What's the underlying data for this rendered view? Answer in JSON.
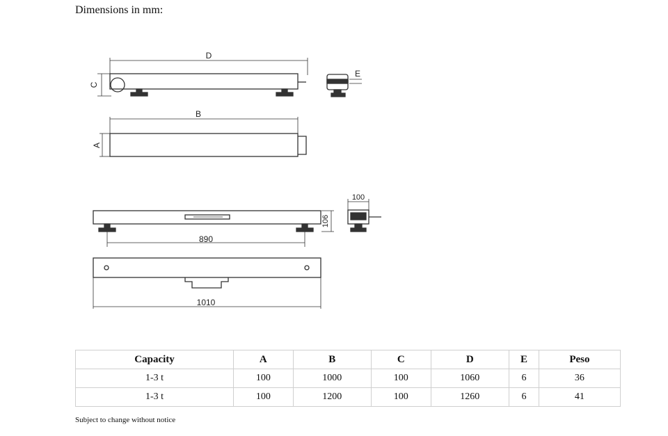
{
  "heading": "Dimensions in mm:",
  "drawing": {
    "labels": {
      "D": "D",
      "C": "C",
      "E": "E",
      "B": "B",
      "A": "A",
      "w100": "100",
      "h106": "106",
      "l890": "890",
      "l1010": "1010"
    }
  },
  "table": {
    "headers": [
      "Capacity",
      "A",
      "B",
      "C",
      "D",
      "E",
      "Peso"
    ],
    "rows": [
      [
        "1-3 t",
        "100",
        "1000",
        "100",
        "1060",
        "6",
        "36"
      ],
      [
        "1-3 t",
        "100",
        "1200",
        "100",
        "1260",
        "6",
        "41"
      ]
    ]
  },
  "note": "Subject to change without notice",
  "colors": {
    "line": "#333333",
    "border": "#cfcfcf"
  }
}
